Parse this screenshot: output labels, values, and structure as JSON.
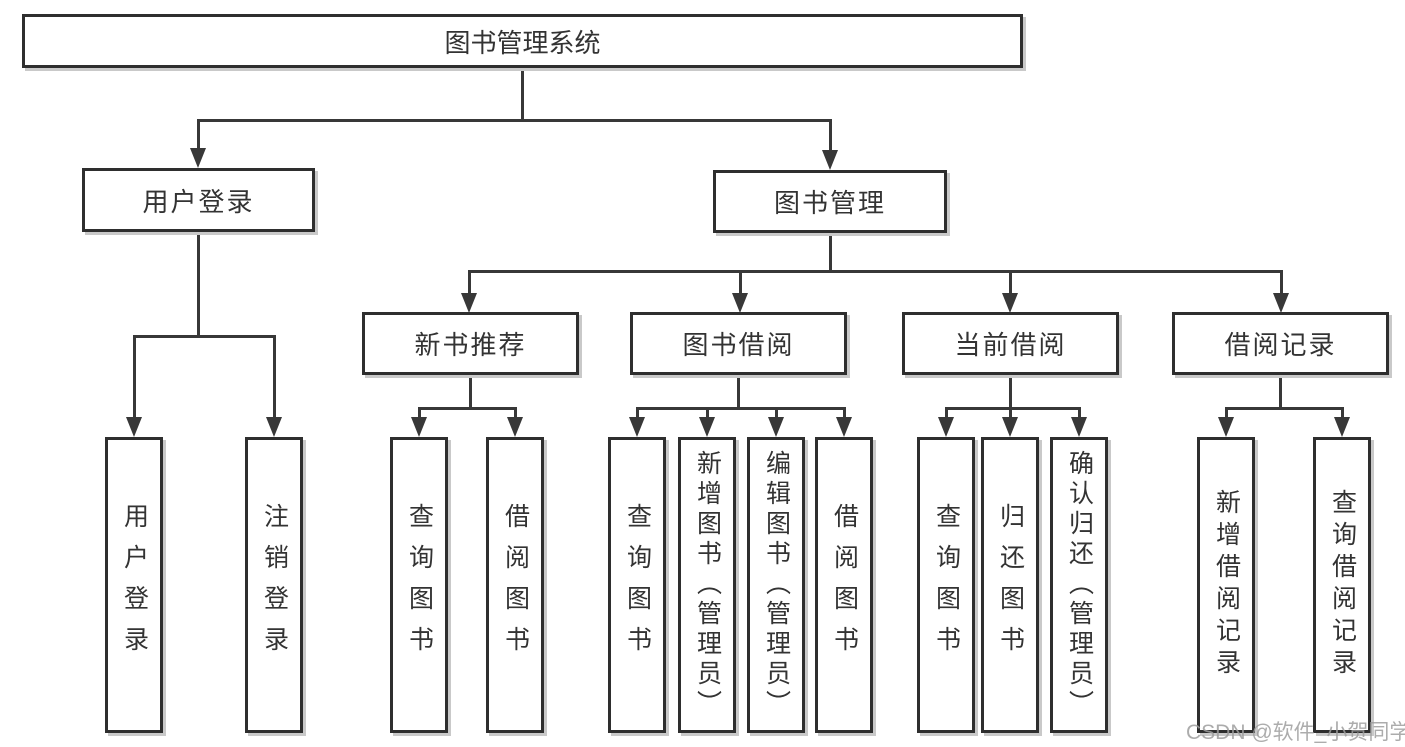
{
  "diagram": {
    "root": {
      "label": "图书管理系统"
    },
    "branches": [
      {
        "label": "用户登录",
        "children": [
          {
            "label": "用户登录"
          },
          {
            "label": "注销登录"
          }
        ]
      },
      {
        "label": "图书管理",
        "children": [
          {
            "label": "新书推荐",
            "children": [
              {
                "label": "查询图书"
              },
              {
                "label": "借阅图书"
              }
            ]
          },
          {
            "label": "图书借阅",
            "children": [
              {
                "label": "查询图书"
              },
              {
                "label": "新增图书（管理员）"
              },
              {
                "label": "编辑图书（管理员）"
              },
              {
                "label": "借阅图书"
              }
            ]
          },
          {
            "label": "当前借阅",
            "children": [
              {
                "label": "查询图书"
              },
              {
                "label": "归还图书"
              },
              {
                "label": "确认归还（管理员）"
              }
            ]
          },
          {
            "label": "借阅记录",
            "children": [
              {
                "label": "新增借阅记录"
              },
              {
                "label": "查询借阅记录"
              }
            ]
          }
        ]
      }
    ],
    "watermark": "CSDN @软件_小贺同学",
    "colors": {
      "line": "#383838",
      "box_border": "#2e2e2e",
      "box_fill": "#ffffff",
      "box_shadow": "#c9c9c9",
      "watermark": "#9e9e9e"
    }
  }
}
